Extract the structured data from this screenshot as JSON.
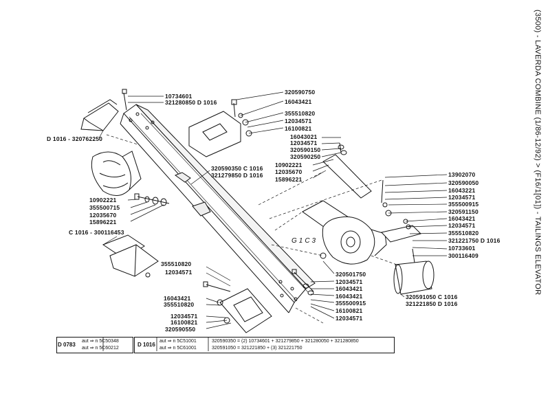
{
  "side_title": "(3500) - LAVERDA COMBINE (1/86-12/92) > (F16/1[01]) - TAILINGS ELEVATOR",
  "group_label": "G1C3",
  "part_labels": [
    {
      "key": "p1",
      "text": "10734601"
    },
    {
      "key": "p2",
      "text": "321280850 D 1016"
    },
    {
      "key": "p3",
      "text": "D 1016 - 320762250"
    },
    {
      "key": "p4",
      "text": "320590750"
    },
    {
      "key": "p5",
      "text": "16043421"
    },
    {
      "key": "p6",
      "text": "355510820"
    },
    {
      "key": "p7",
      "text": "12034571"
    },
    {
      "key": "p8",
      "text": "16100821"
    },
    {
      "key": "p9",
      "text": "16043021"
    },
    {
      "key": "p10",
      "text": "12034571"
    },
    {
      "key": "p11",
      "text": "320590150"
    },
    {
      "key": "p12",
      "text": "320590250"
    },
    {
      "key": "p13",
      "text": "320590350 C 1016"
    },
    {
      "key": "p14",
      "text": "321279850 D 1016"
    },
    {
      "key": "p15",
      "text": "10902221"
    },
    {
      "key": "p16",
      "text": "12035670"
    },
    {
      "key": "p17",
      "text": "15896221"
    },
    {
      "key": "p18",
      "text": "10902221"
    },
    {
      "key": "p19",
      "text": "355500715"
    },
    {
      "key": "p20",
      "text": "12035670"
    },
    {
      "key": "p21",
      "text": "15896221"
    },
    {
      "key": "p22",
      "text": "C 1016 - 300116453"
    },
    {
      "key": "p23",
      "text": "13902070"
    },
    {
      "key": "p24",
      "text": "320590050"
    },
    {
      "key": "p25",
      "text": "16043221"
    },
    {
      "key": "p26",
      "text": "12034571"
    },
    {
      "key": "p27",
      "text": "355500915"
    },
    {
      "key": "p28",
      "text": "320591150"
    },
    {
      "key": "p29",
      "text": "16043421"
    },
    {
      "key": "p30",
      "text": "12034571"
    },
    {
      "key": "p31",
      "text": "355510820"
    },
    {
      "key": "p32",
      "text": "321221750 D 1016"
    },
    {
      "key": "p33",
      "text": "10733601"
    },
    {
      "key": "p34",
      "text": "300116409"
    },
    {
      "key": "p35",
      "text": "355510820"
    },
    {
      "key": "p36",
      "text": "12034571"
    },
    {
      "key": "p37",
      "text": "16043421"
    },
    {
      "key": "p38",
      "text": "355510820"
    },
    {
      "key": "p39",
      "text": "12034571"
    },
    {
      "key": "p40",
      "text": "16100821"
    },
    {
      "key": "p41",
      "text": "320590550"
    },
    {
      "key": "p42",
      "text": "320501750"
    },
    {
      "key": "p43",
      "text": "12034571"
    },
    {
      "key": "p44",
      "text": "16043421"
    },
    {
      "key": "p45",
      "text": "16043421"
    },
    {
      "key": "p46",
      "text": "355500915"
    },
    {
      "key": "p47",
      "text": "16100821"
    },
    {
      "key": "p48",
      "text": "12034571"
    },
    {
      "key": "p49",
      "text": "320591050 C 1016"
    },
    {
      "key": "p50",
      "text": "321221850 D 1016"
    }
  ],
  "footer": {
    "left_code": "D 0783",
    "left_row1": "aut ⇒ n 5C50348",
    "left_row2": "aut ⇒ n 5C60212",
    "mid_code": "D 1016",
    "mid_row1": "aut ⇒ n 5C51001",
    "mid_row2": "aut ⇒ n 5C61001",
    "note_row1": "320590350 = (2) 10734601 + 321279850 + 321280050 + 321280850",
    "note_row2": "320591050 = 321221850 + (3) 321221750"
  }
}
